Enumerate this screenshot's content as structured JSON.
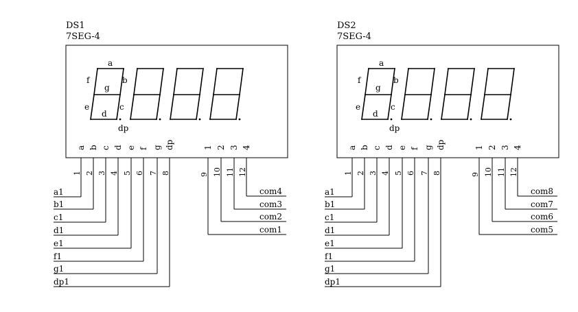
{
  "components": [
    {
      "ref": "DS1",
      "part": "7SEG-4",
      "segment_letters": [
        "a",
        "b",
        "c",
        "d",
        "e",
        "f",
        "g",
        "dp"
      ],
      "common_pins": [
        "1",
        "2",
        "3",
        "4"
      ],
      "segment_pin_numbers": [
        "1",
        "2",
        "3",
        "4",
        "5",
        "6",
        "7",
        "8"
      ],
      "common_pin_numbers": [
        "9",
        "10",
        "11",
        "12"
      ],
      "segment_nets": [
        "a1",
        "b1",
        "c1",
        "d1",
        "e1",
        "f1",
        "g1",
        "dp1"
      ],
      "common_nets": [
        "com1",
        "com2",
        "com3",
        "com4"
      ]
    },
    {
      "ref": "DS2",
      "part": "7SEG-4",
      "segment_letters": [
        "a",
        "b",
        "c",
        "d",
        "e",
        "f",
        "g",
        "dp"
      ],
      "common_pins": [
        "1",
        "2",
        "3",
        "4"
      ],
      "segment_pin_numbers": [
        "1",
        "2",
        "3",
        "4",
        "5",
        "6",
        "7",
        "8"
      ],
      "common_pin_numbers": [
        "9",
        "10",
        "11",
        "12"
      ],
      "segment_nets": [
        "a1",
        "b1",
        "c1",
        "d1",
        "e1",
        "f1",
        "g1",
        "dp1"
      ],
      "common_nets": [
        "com5",
        "com6",
        "com7",
        "com8"
      ]
    }
  ]
}
